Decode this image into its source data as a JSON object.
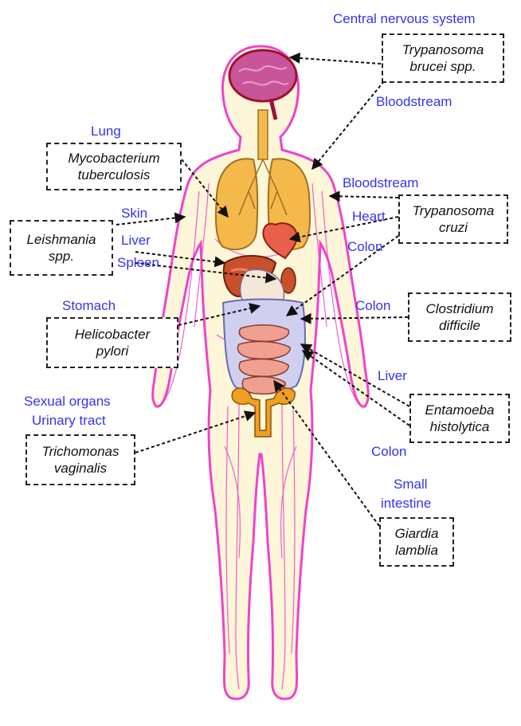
{
  "colors": {
    "label_blue": "#3333ee",
    "vessel_pink": "#ee44cc",
    "body_fill": "#fdf6d8",
    "brain": "#c8559a",
    "lung": "#f5b84a",
    "heart": "#e8604a",
    "liver": "#c8502a",
    "stomach": "#cfd0f0",
    "intestine": "#f0a090",
    "pelvis": "#f0a020",
    "arrow": "#111111"
  },
  "organ_labels": {
    "cns": "Central nervous system",
    "bloodstream_top": "Bloodstream",
    "lung": "Lung",
    "bloodstream_right": "Bloodstream",
    "skin": "Skin",
    "heart": "Heart",
    "liver_left": "Liver",
    "colon_upper": "Colon",
    "spleen": "Spleen",
    "stomach": "Stomach",
    "colon_mid": "Colon",
    "liver_right": "Liver",
    "sexual_organs": "Sexual organs",
    "urinary_tract": "Urinary tract",
    "colon_lower": "Colon",
    "small_intestine_1": "Small",
    "small_intestine_2": "intestine"
  },
  "pathogens": {
    "trypanosoma_brucei": [
      "Trypanosoma",
      "brucei spp."
    ],
    "mycobacterium": [
      "Mycobacterium",
      "tuberculosis"
    ],
    "trypanosoma_cruzi": [
      "Trypanosoma",
      "cruzi"
    ],
    "leishmania": [
      "Leishmania",
      "spp."
    ],
    "clostridium": [
      "Clostridium",
      "difficile"
    ],
    "helicobacter": [
      "Helicobacter",
      "pylori"
    ],
    "entamoeba": [
      "Entamoeba",
      "histolytica"
    ],
    "trichomonas": [
      "Trichomonas",
      "vaginalis"
    ],
    "giardia": [
      "Giardia",
      "lamblia"
    ]
  }
}
